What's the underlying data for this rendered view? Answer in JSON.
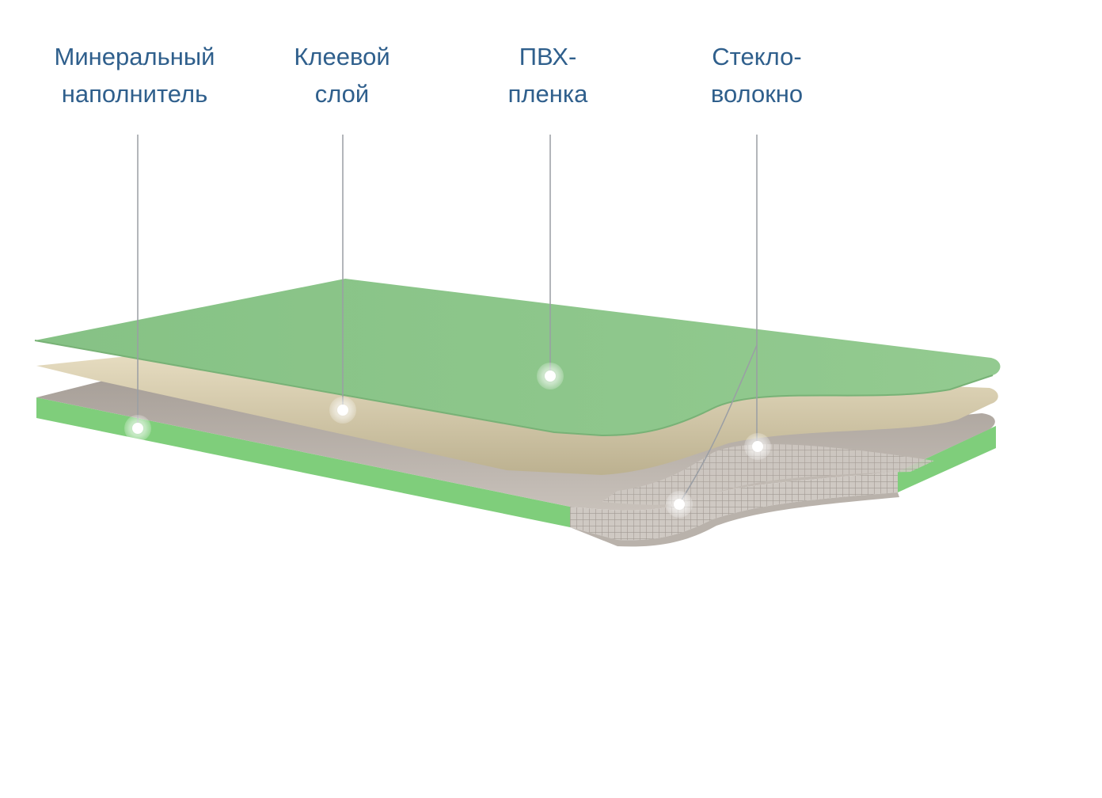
{
  "layers": [
    {
      "id": "mineral",
      "line1": "Минеральный",
      "line2": "наполнитель"
    },
    {
      "id": "glue",
      "line1": "Клеевой",
      "line2": "слой"
    },
    {
      "id": "pvc",
      "line1": "ПВХ-",
      "line2": "пленка"
    },
    {
      "id": "fiber",
      "line1": "Стекло-",
      "line2": "волокно"
    }
  ],
  "colors": {
    "label_text": "#2f5f8c",
    "pvc_green": "#8fc78d",
    "side_green": "#7fce7b",
    "glue_beige": "#d8cfae",
    "core_grey": "#b3aaa2",
    "leader_line": "#9a9ea4"
  }
}
